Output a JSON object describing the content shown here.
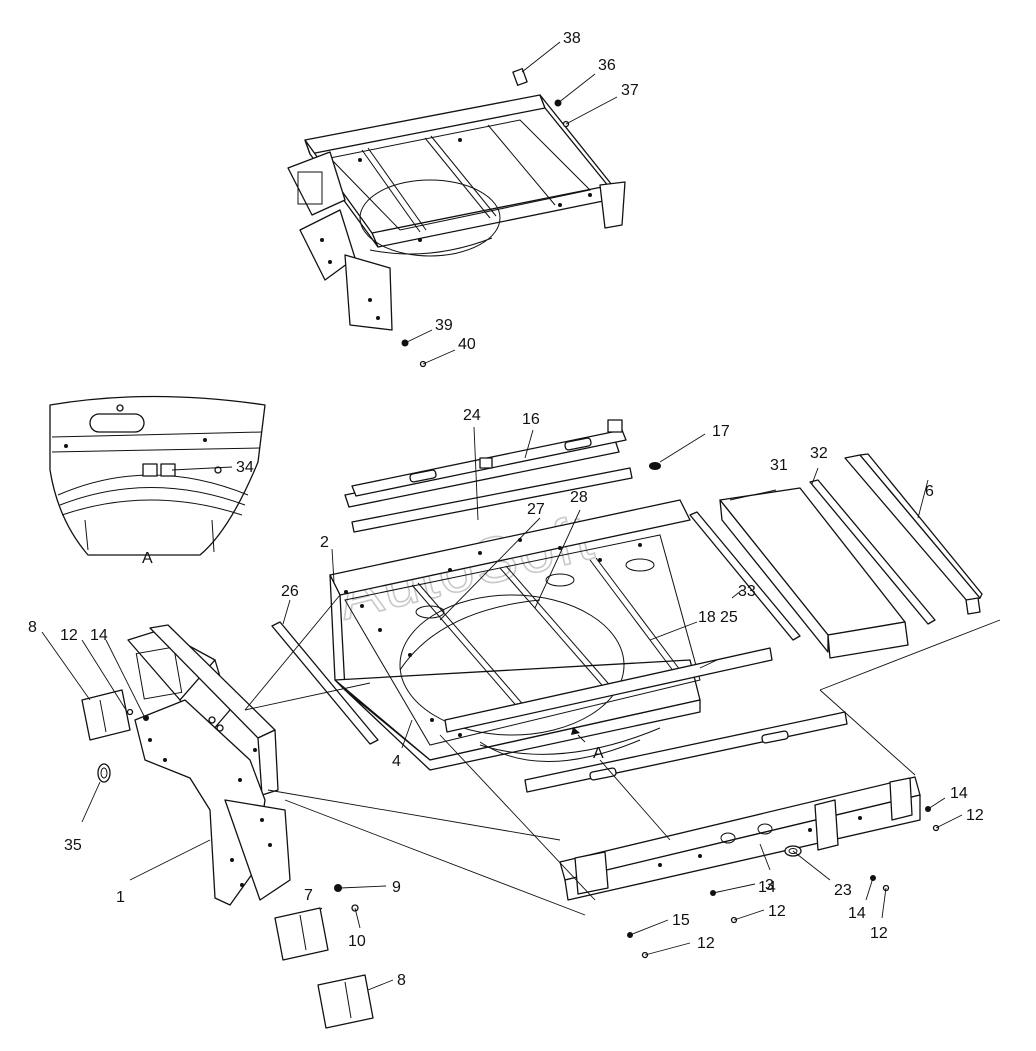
{
  "watermark": "AutoSoft",
  "detail_view_label": "A",
  "section_marker_label": "A",
  "callouts": {
    "c38": "38",
    "c36": "36",
    "c37": "37",
    "c39": "39",
    "c40": "40",
    "c34": "34",
    "c24": "24",
    "c16": "16",
    "c17": "17",
    "c31": "31",
    "c32": "32",
    "c6": "6",
    "c27": "27",
    "c28": "28",
    "c2": "2",
    "c26": "26",
    "c33": "33",
    "c18": "18",
    "c25": "25",
    "c8a": "8",
    "c12a": "12",
    "c14a": "14",
    "c35": "35",
    "c1": "1",
    "c4": "4",
    "c9": "9",
    "c10": "10",
    "c7": "7",
    "c8b": "8",
    "c14b": "14",
    "c12b": "12",
    "c3": "3",
    "c23": "23",
    "c14c": "14",
    "c12c": "12",
    "c15": "15",
    "c12d": "12",
    "c14d": "14",
    "c12e": "12"
  }
}
